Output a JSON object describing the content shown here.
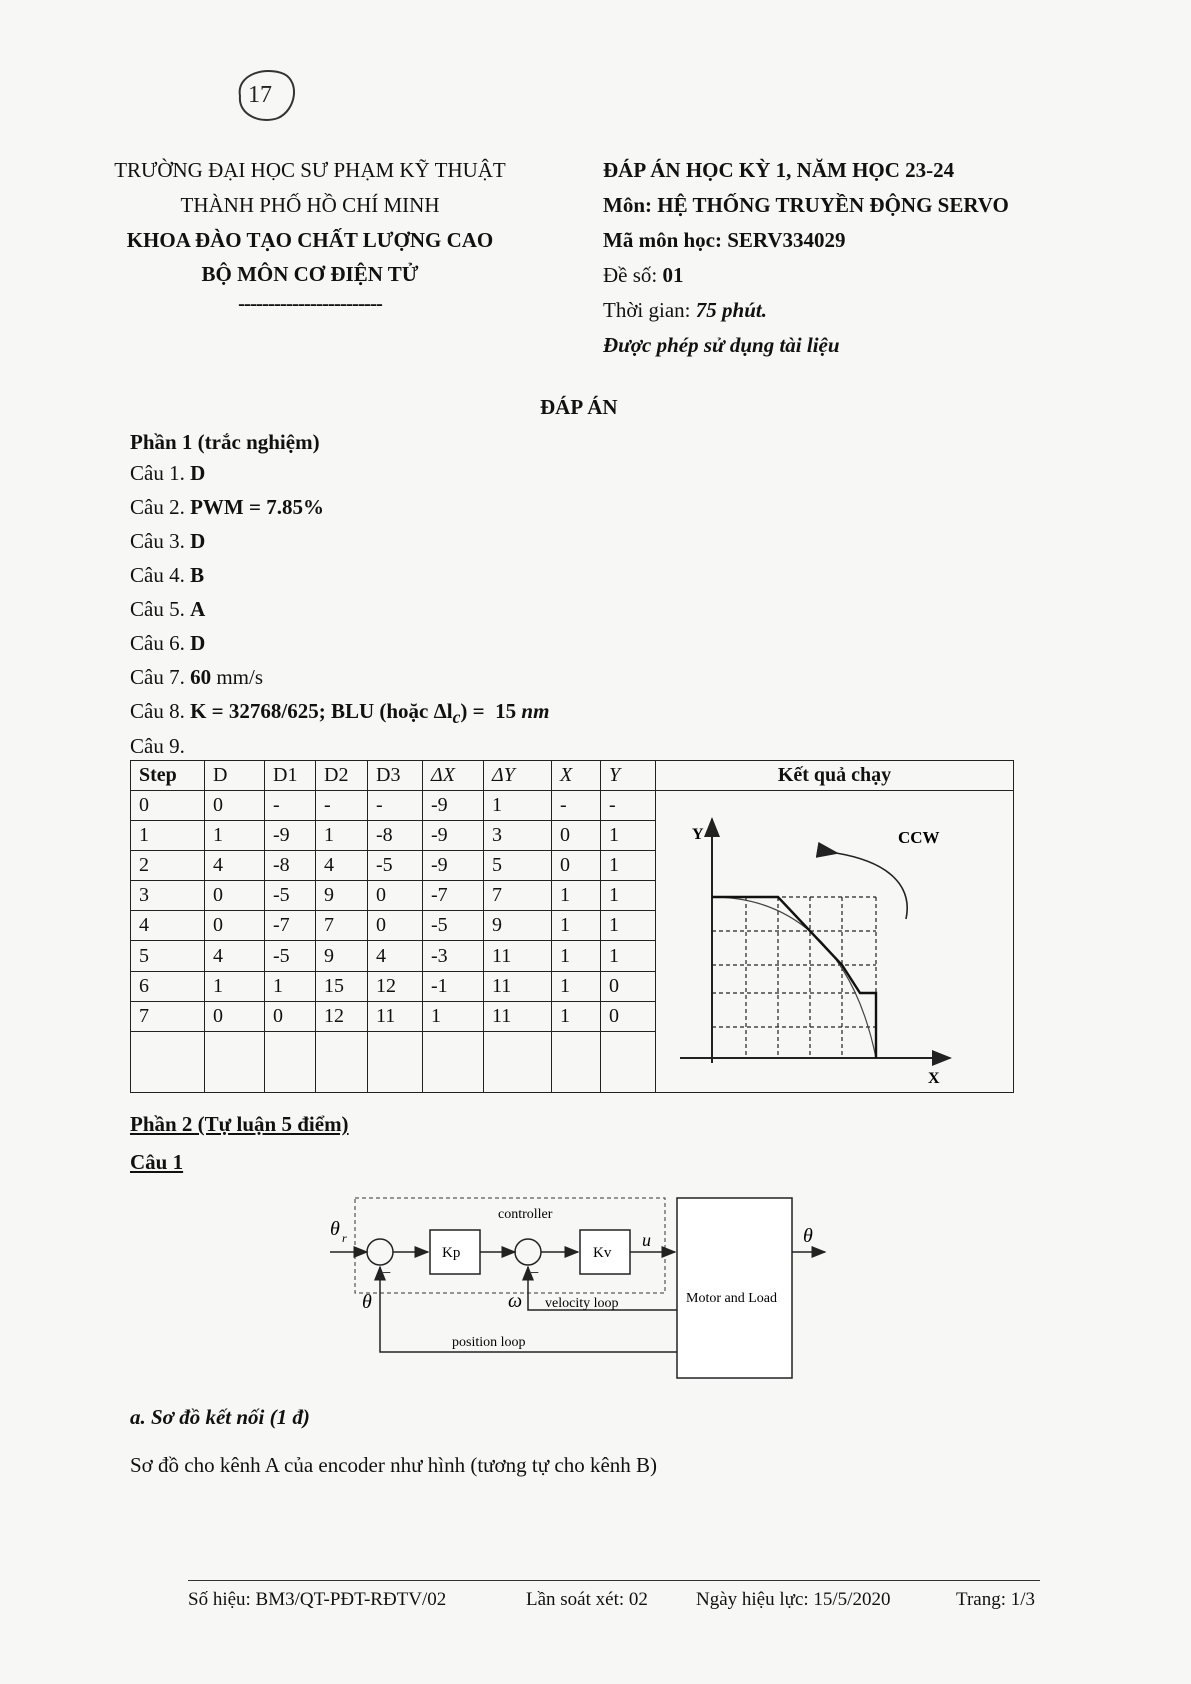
{
  "page_number_mark": "17",
  "header_left": {
    "line1": "TRƯỜNG ĐẠI HỌC SƯ PHẠM KỸ THUẬT",
    "line2": "THÀNH PHỐ HỒ CHÍ MINH",
    "line3": "KHOA ĐÀO TẠO CHẤT LƯỢNG CAO",
    "line4": "BỘ MÔN CƠ ĐIỆN TỬ",
    "divider": "------------------------"
  },
  "header_right": {
    "title": "ĐÁP ÁN HỌC KỲ 1, NĂM HỌC 23-24",
    "subject_label": "Môn:",
    "subject": "HỆ THỐNG TRUYỀN ĐỘNG SERVO",
    "code_label": "Mã môn học:",
    "code": "SERV334029",
    "exam_label": "Đề số:",
    "exam_no": "01",
    "time_label": "Thời gian:",
    "time": "75 phút.",
    "note": "Được phép sử dụng tài liệu"
  },
  "doc_title": "ĐÁP ÁN",
  "part1": {
    "heading": "Phần 1 (trắc nghiệm)",
    "answers": [
      {
        "q": "Câu 1.",
        "a": "D"
      },
      {
        "q": "Câu 2.",
        "a": "PWM = 7.85%"
      },
      {
        "q": "Câu 3.",
        "a": "D"
      },
      {
        "q": "Câu 4.",
        "a": "B"
      },
      {
        "q": "Câu 5.",
        "a": "A"
      },
      {
        "q": "Câu 6.",
        "a": "D"
      },
      {
        "q": "Câu 7.",
        "a": "60",
        "unit": "mm/s"
      }
    ],
    "q8": {
      "q": "Câu 8.",
      "a1": "K = 32768/625; BLU (hoặc Δl",
      "sub": "c",
      "a2": ") =",
      "a3": "15",
      "unit": "nm"
    },
    "q9": "Câu 9."
  },
  "table": {
    "headers": [
      "Step",
      "D",
      "D1",
      "D2",
      "D3",
      "ΔX",
      "ΔY",
      "X",
      "Y"
    ],
    "result_header": "Kết quả chạy",
    "rows": [
      [
        "0",
        "0",
        "-",
        "-",
        "-",
        "-9",
        "1",
        "-",
        "-"
      ],
      [
        "1",
        "1",
        "-9",
        "1",
        "-8",
        "-9",
        "3",
        "0",
        "1"
      ],
      [
        "2",
        "4",
        "-8",
        "4",
        "-5",
        "-9",
        "5",
        "0",
        "1"
      ],
      [
        "3",
        "0",
        "-5",
        "9",
        "0",
        "-7",
        "7",
        "1",
        "1"
      ],
      [
        "4",
        "0",
        "-7",
        "7",
        "0",
        "-5",
        "9",
        "1",
        "1"
      ],
      [
        "5",
        "4",
        "-5",
        "9",
        "4",
        "-3",
        "11",
        "1",
        "1"
      ],
      [
        "6",
        "1",
        "1",
        "15",
        "12",
        "-1",
        "11",
        "1",
        "0"
      ],
      [
        "7",
        "0",
        "0",
        "12",
        "11",
        "1",
        "11",
        "1",
        "0"
      ],
      [
        "",
        "",
        "",
        "",
        "",
        "",
        "",
        "",
        ""
      ]
    ],
    "plot": {
      "y_label": "Y",
      "x_label": "X",
      "direction_label": "CCW"
    }
  },
  "part2": {
    "heading": "Phần 2 (Tự luận 5 điểm)",
    "q1_heading": "Câu 1",
    "diagram": {
      "controller": "controller",
      "input": "θ",
      "input_sub": "r",
      "kp": "Kp",
      "kv": "Kv",
      "u": "u",
      "plant": "Motor and Load",
      "output": "θ",
      "feedback_theta": "θ",
      "omega": "ω",
      "velocity_loop": "velocity loop",
      "position_loop": "position loop",
      "minus": "−"
    },
    "a_heading": "a. Sơ đồ kết nối (1 đ)",
    "a_text": "Sơ đồ cho kênh A của encoder như hình (tương tự cho kênh B)"
  },
  "footer": {
    "doc_no": "Số hiệu: BM3/QT-PĐT-RĐTV/02",
    "revision": "Lần soát xét: 02",
    "effective": "Ngày hiệu lực: 15/5/2020",
    "page": "Trang: 1/3"
  }
}
